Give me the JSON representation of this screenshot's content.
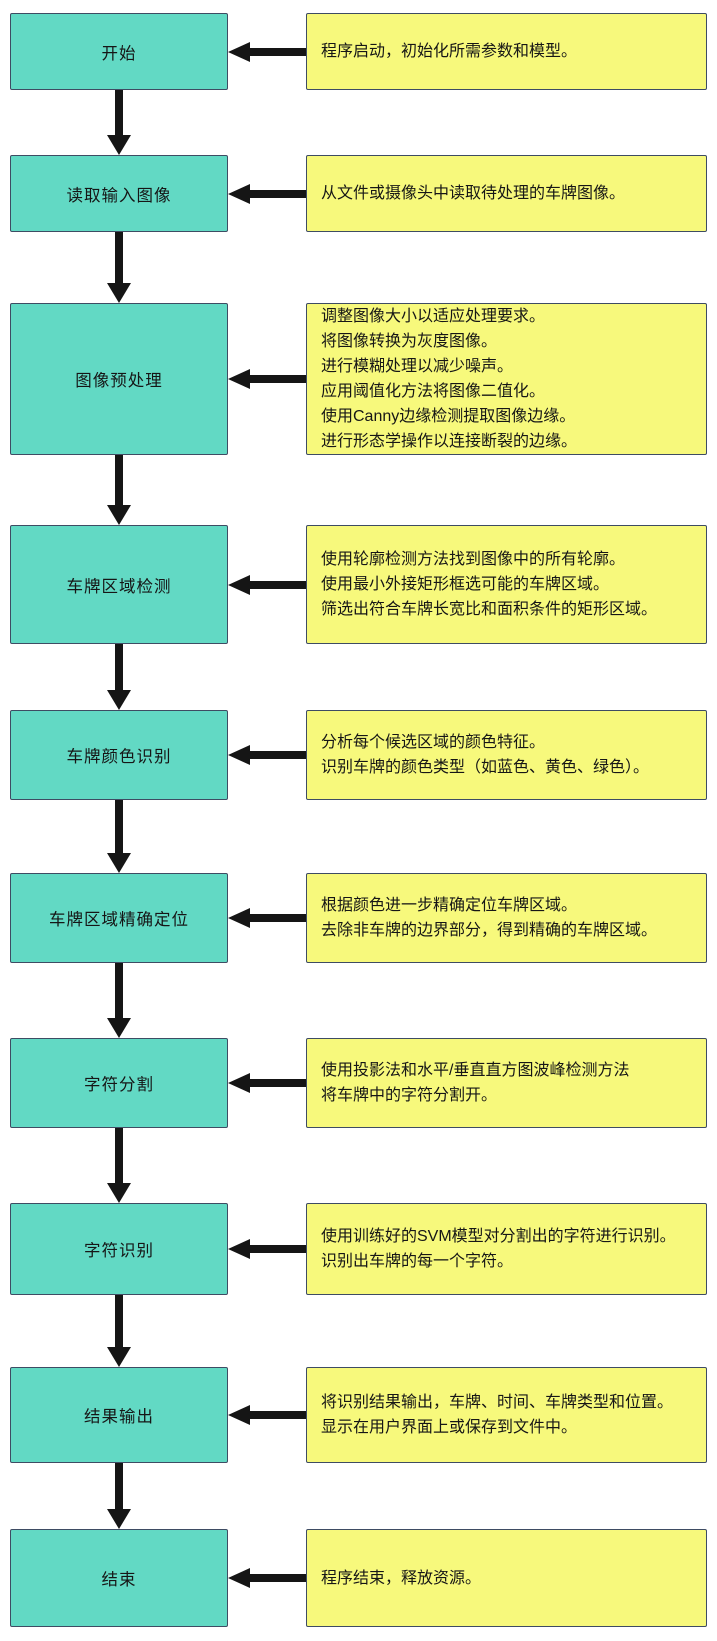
{
  "flowchart": {
    "description": "车牌识别程序流程图",
    "colors": {
      "node_fill": "#62d9c4",
      "note_fill": "#f7f97c",
      "border": "#3e4c63",
      "arrow": "#151515"
    },
    "steps": [
      {
        "label": "开始",
        "note_lines": [
          "程序启动，初始化所需参数和模型。"
        ]
      },
      {
        "label": "读取输入图像",
        "note_lines": [
          "从文件或摄像头中读取待处理的车牌图像。"
        ]
      },
      {
        "label": "图像预处理",
        "note_lines": [
          "调整图像大小以适应处理要求。",
          "将图像转换为灰度图像。",
          "进行模糊处理以减少噪声。",
          "应用阈值化方法将图像二值化。",
          "使用Canny边缘检测提取图像边缘。",
          "进行形态学操作以连接断裂的边缘。"
        ]
      },
      {
        "label": "车牌区域检测",
        "note_lines": [
          "使用轮廓检测方法找到图像中的所有轮廓。",
          "使用最小外接矩形框选可能的车牌区域。",
          "筛选出符合车牌长宽比和面积条件的矩形区域。"
        ]
      },
      {
        "label": "车牌颜色识别",
        "note_lines": [
          "分析每个候选区域的颜色特征。",
          "识别车牌的颜色类型（如蓝色、黄色、绿色）。"
        ]
      },
      {
        "label": "车牌区域精确定位",
        "note_lines": [
          "根据颜色进一步精确定位车牌区域。",
          "去除非车牌的边界部分，得到精确的车牌区域。"
        ]
      },
      {
        "label": "字符分割",
        "note_lines": [
          "使用投影法和水平/垂直直方图波峰检测方法",
          "将车牌中的字符分割开。"
        ]
      },
      {
        "label": "字符识别",
        "note_lines": [
          "使用训练好的SVM模型对分割出的字符进行识别。",
          "识别出车牌的每一个字符。"
        ]
      },
      {
        "label": "结果输出",
        "note_lines": [
          "将识别结果输出，车牌、时间、车牌类型和位置。",
          "显示在用户界面上或保存到文件中。"
        ]
      },
      {
        "label": "结束",
        "note_lines": [
          "程序结束，释放资源。"
        ]
      }
    ]
  }
}
